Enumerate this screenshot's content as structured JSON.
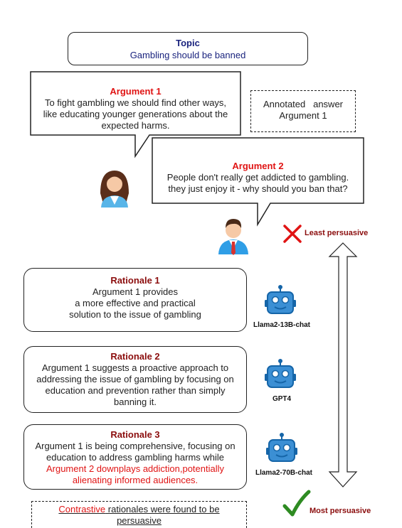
{
  "topic": {
    "heading": "Topic",
    "text": "Gambling should be banned"
  },
  "argument1": {
    "heading": "Argument 1",
    "lines": [
      "To fight gambling we should find other ways,",
      "like educating younger generations about the",
      "expected harms."
    ]
  },
  "annotated": {
    "lines": [
      "Annotated   answer",
      "Argument 1"
    ]
  },
  "argument2": {
    "heading": "Argument 2",
    "lines": [
      "People don't really get addicted to gambling.",
      "they just enjoy it - why should you ban that?"
    ]
  },
  "least": "Least persuasive",
  "most": "Most persuasive",
  "rationale1": {
    "heading": "Rationale 1",
    "lines": [
      "Argument 1 provides",
      "a more effective and practical",
      "solution to the issue of gambling"
    ],
    "model": "Llama2-13B-chat"
  },
  "rationale2": {
    "heading": "Rationale 2",
    "lines": [
      "Argument 1 suggests a proactive approach to",
      "addressing the issue of gambling by focusing on",
      "education and prevention rather than simply",
      "banning it."
    ],
    "model": "GPT4"
  },
  "rationale3": {
    "heading": "Rationale 3",
    "lines": [
      "Argument 1 is being comprehensive, focusing on",
      "education to address gambling harms while"
    ],
    "red_lines": [
      "Argument 2 downplays addiction,potentially",
      "alienating informed audiences."
    ],
    "model": "Llama2-70B-chat"
  },
  "footer": {
    "red_word": "Contrastive",
    "rest": " rationales were found to be",
    "line2": "persuasive"
  },
  "colors": {
    "navy": "#1a237e",
    "red": "#e01414",
    "dark_red": "#8b0d0d",
    "robot_blue": "#3b8fd4",
    "check_green": "#2e8b22"
  }
}
